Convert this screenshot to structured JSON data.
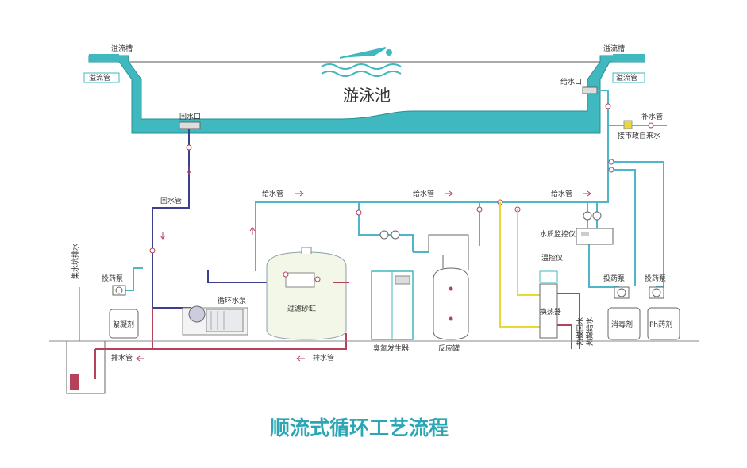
{
  "title": "顺流式循环工艺流程",
  "labels": {
    "pool": "游泳池",
    "overflow_trough_left": "溢流槽",
    "overflow_trough_right": "溢流槽",
    "overflow_pipe_left": "溢流管",
    "overflow_pipe_right": "溢流管",
    "return_inlet": "回水口",
    "supply_inlet": "给水口",
    "makeup_pipe": "补水管",
    "city_water": "接市政自来水",
    "return_pipe": "回水管",
    "supply_pipe_1": "给水管",
    "supply_pipe_2": "给水管",
    "supply_pipe_3": "给水管",
    "sump_drain": "集水坑排水",
    "dosing_pump_left": "投药泵",
    "coagulant": "絮凝剂",
    "circulation_pump": "循环水泵",
    "sand_filter": "过滤砂缸",
    "ozone_generator": "臭氧发生器",
    "reaction_tank": "反应罐",
    "temp_controller": "温控仪",
    "heat_exchanger": "换热器",
    "heat_return": "热媒回水",
    "heat_supply": "热媒给水",
    "quality_monitor": "水质监控仪",
    "dosing_pump_mid": "投药泵",
    "dosing_pump_right": "投药泵",
    "disinfectant": "消毒剂",
    "ph_agent": "Ph药剂",
    "drain_pipe_1": "排水管",
    "drain_pipe_2": "排水管"
  },
  "colors": {
    "pool": "#3fb8bf",
    "supply": "#4fb5c9",
    "return": "#3c3f8f",
    "drain": "#b5415a",
    "heat": "#e8d83a",
    "title": "#2aa6b4",
    "equipment": "#8aa0a8"
  }
}
